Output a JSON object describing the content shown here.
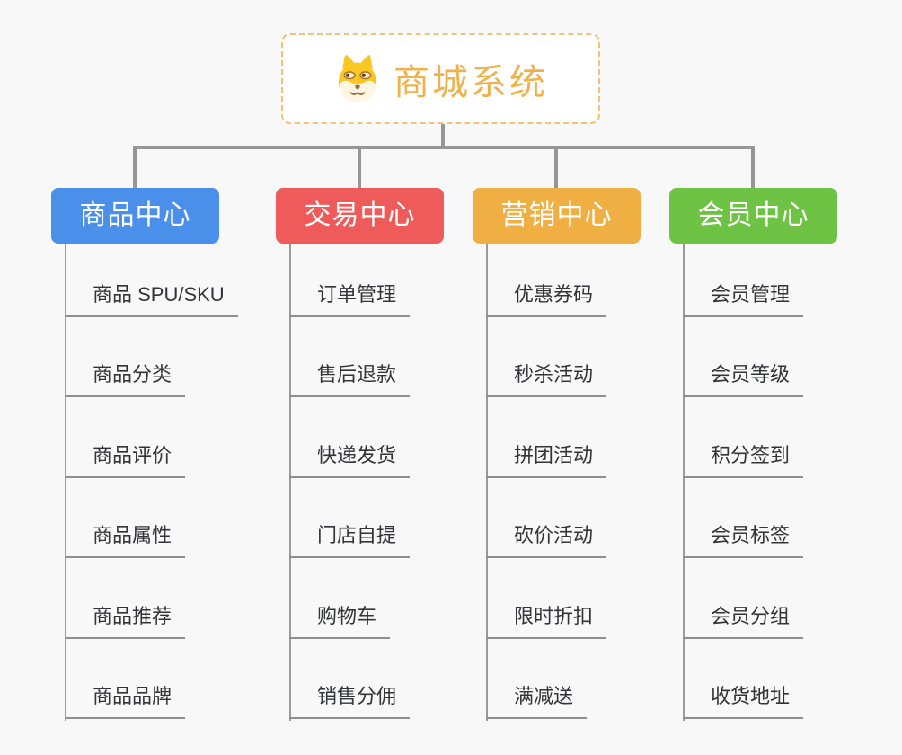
{
  "root": {
    "title": "商城系统",
    "icon": "shiba-dog-icon",
    "title_color": "#efb14d",
    "border_color": "#f3c179"
  },
  "connector_color": "#969696",
  "branches": [
    {
      "label": "商品中心",
      "color": "#4a8fe9",
      "children": [
        "商品 SPU/SKU",
        "商品分类",
        "商品评价",
        "商品属性",
        "商品推荐",
        "商品品牌"
      ]
    },
    {
      "label": "交易中心",
      "color": "#ef5b5b",
      "children": [
        "订单管理",
        "售后退款",
        "快递发货",
        "门店自提",
        "购物车",
        "销售分佣"
      ]
    },
    {
      "label": "营销中心",
      "color": "#efaf42",
      "children": [
        "优惠券码",
        "秒杀活动",
        "拼团活动",
        "砍价活动",
        "限时折扣",
        "满减送"
      ]
    },
    {
      "label": "会员中心",
      "color": "#6fc344",
      "children": [
        "会员管理",
        "会员等级",
        "积分签到",
        "会员标签",
        "会员分组",
        "收货地址"
      ]
    }
  ]
}
